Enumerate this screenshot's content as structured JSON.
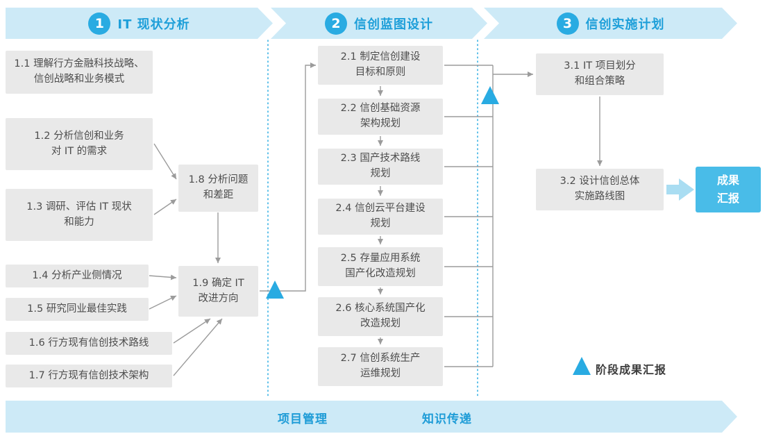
{
  "colors": {
    "banner_bg": "#cdeaf7",
    "accent_blue": "#29abe2",
    "title_blue": "#1e9fd9",
    "box_bg": "#e9e9e9",
    "box_text": "#4d4d4d",
    "connector_gray": "#9b9b9b",
    "report_box_bg": "#49bce8",
    "report_arrow": "#a9ddf2"
  },
  "phases": [
    {
      "number": "1",
      "title": "IT 现状分析"
    },
    {
      "number": "2",
      "title": "信创蓝图设计"
    },
    {
      "number": "3",
      "title": "信创实施计划"
    }
  ],
  "phase1": {
    "steps": {
      "s11": "1.1 理解行方金融科技战略、\n信创战略和业务模式",
      "s12": "1.2 分析信创和业务\n对 IT 的需求",
      "s13": "1.3 调研、评估 IT 现状\n和能力",
      "s14": "1.4 分析产业侧情况",
      "s15": "1.5 研究同业最佳实践",
      "s16": "1.6 行方现有信创技术路线",
      "s17": "1.7 行方现有信创技术架构",
      "s18": "1.8 分析问题\n和差距",
      "s19": "1.9 确定 IT\n改进方向"
    }
  },
  "phase2": {
    "steps": {
      "s21": "2.1 制定信创建设\n目标和原则",
      "s22": "2.2 信创基础资源\n架构规划",
      "s23": "2.3 国产技术路线\n规划",
      "s24": "2.4 信创云平台建设\n规划",
      "s25": "2.5 存量应用系统\n国产化改造规划",
      "s26": "2.6 核心系统国产化\n改造规划",
      "s27": "2.7 信创系统生产\n运维规划"
    }
  },
  "phase3": {
    "steps": {
      "s31": "3.1 IT 项目划分\n和组合策略",
      "s32": "3.2 设计信创总体\n实施路线图"
    },
    "report_box": "成果\n汇报"
  },
  "bottom_banner": {
    "items": [
      "项目管理",
      "知识传递"
    ]
  },
  "legend": {
    "label": "阶段成果汇报"
  }
}
